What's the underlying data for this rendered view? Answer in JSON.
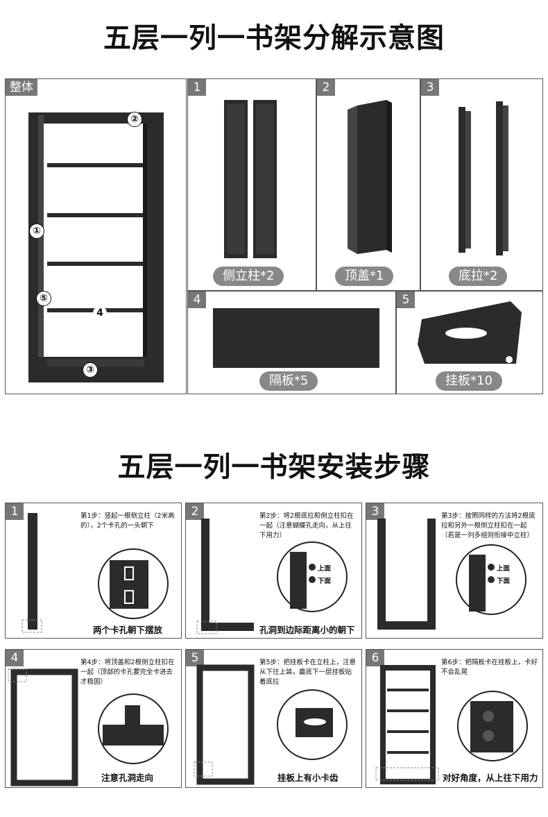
{
  "top_title": "五层一列一书架分解示意图",
  "bottom_title": "五层一列一书架安装步骤",
  "whole": {
    "tag": "整体",
    "markers": [
      "①",
      "②",
      "③",
      "4",
      "⑤"
    ]
  },
  "parts": [
    {
      "tag": "1",
      "label": "侧立柱*2"
    },
    {
      "tag": "2",
      "label": "顶盖*1"
    },
    {
      "tag": "3",
      "label": "底拉*2"
    },
    {
      "tag": "4",
      "label": "隔板*5"
    },
    {
      "tag": "5",
      "label": "挂板*10"
    }
  ],
  "steps": [
    {
      "tag": "1",
      "text": "第1步：竖起一根侧立柱（2米高的），2个卡孔的一头朝下",
      "caption": "两个卡孔朝下摆放"
    },
    {
      "tag": "2",
      "text": "第2步：将2根底拉和侧立柱扣在一起（注意蝴蝶孔走向，从上往下用力）",
      "caption": "孔洞到边际距离小的朝下",
      "callouts": [
        "上面",
        "下面"
      ]
    },
    {
      "tag": "3",
      "text": "第3步：按照同样的方法将2根底拉和另外一根侧立柱扣在一起（若是一列多组则衔接中立柱）",
      "caption": "",
      "callouts": [
        "上面",
        "下面"
      ]
    },
    {
      "tag": "4",
      "text": "第4步：将顶盖和2根侧立柱扣在一起（顶部的卡孔要完全卡进去才稳固）",
      "caption": "注意孔洞走向"
    },
    {
      "tag": "5",
      "text": "第5步：把挂板卡在立柱上，注意从下往上装，最底下一层挂板贴着底拉",
      "caption": "挂板上有小卡齿"
    },
    {
      "tag": "6",
      "text": "第6步：把隔板卡在挂板上，卡好不会乱晃",
      "caption": "对好角度，从上往下用力"
    }
  ],
  "colors": {
    "metal": "#2b2b2b",
    "tag_bg": "#777777",
    "pill_bg": "#888888"
  }
}
